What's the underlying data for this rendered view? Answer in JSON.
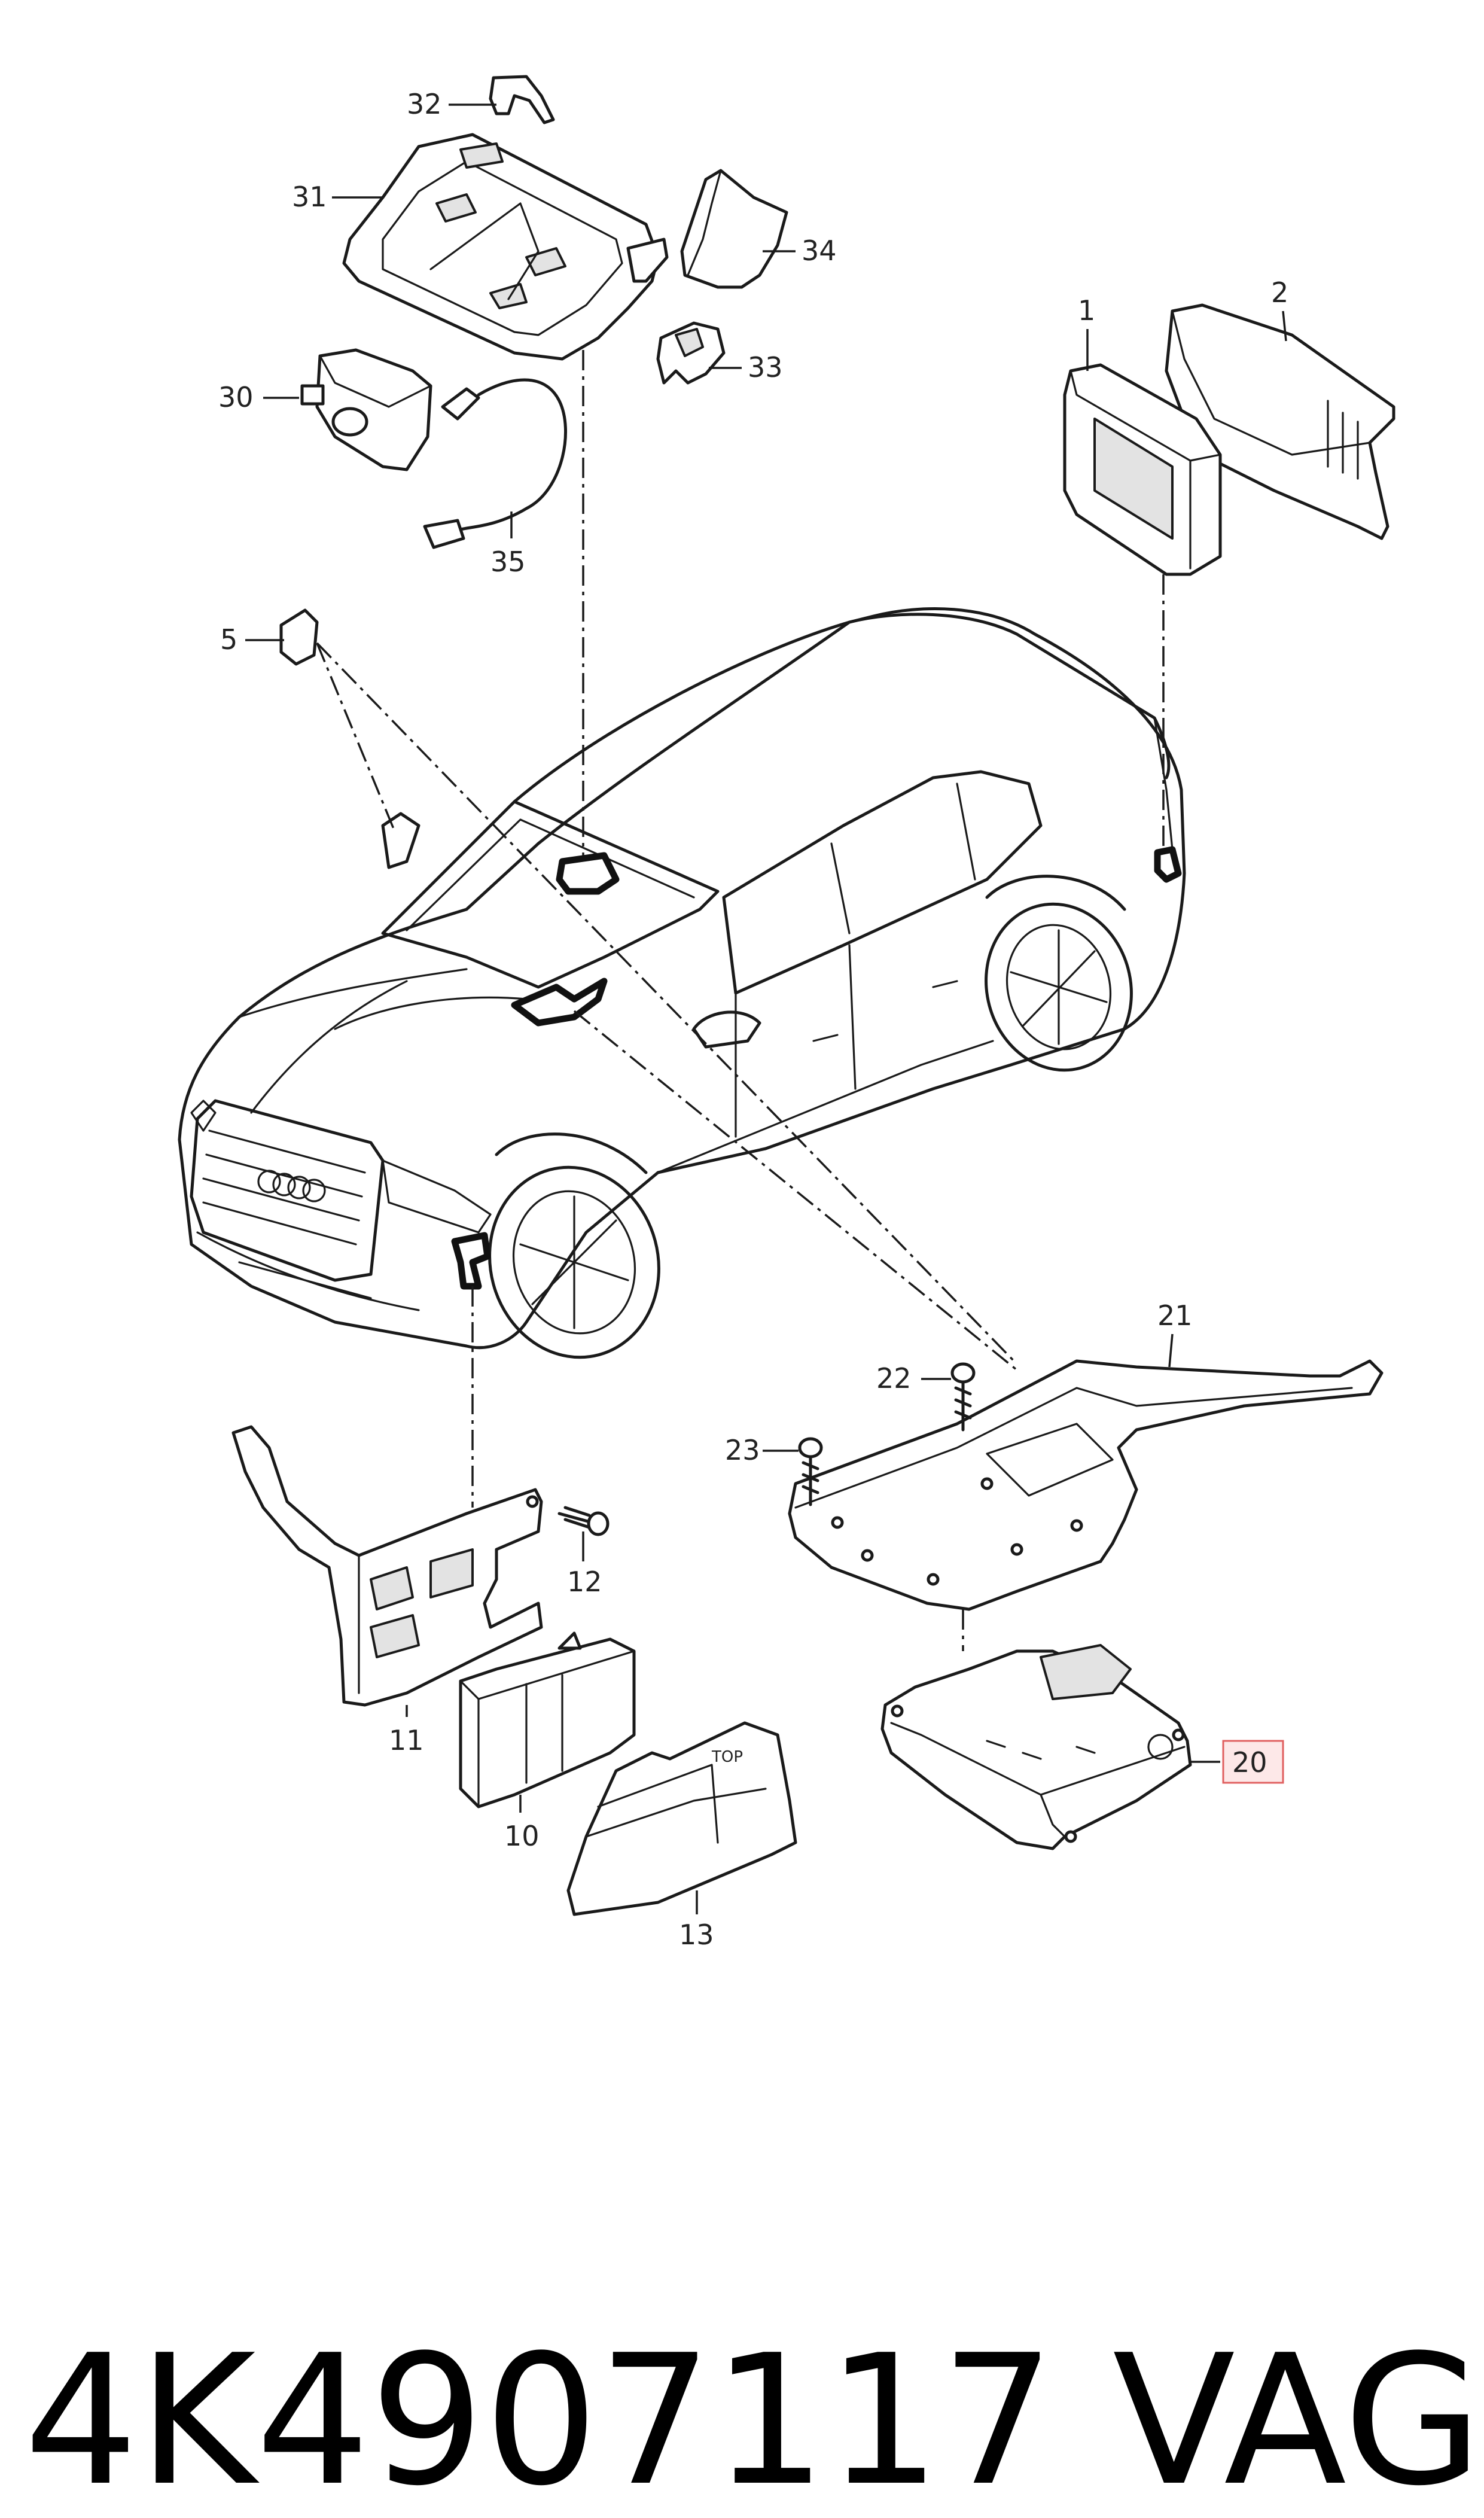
{
  "diagram": {
    "callouts": [
      {
        "id": "c32",
        "text": "32"
      },
      {
        "id": "c31",
        "text": "31"
      },
      {
        "id": "c34",
        "text": "34"
      },
      {
        "id": "c33",
        "text": "33"
      },
      {
        "id": "c30",
        "text": "30"
      },
      {
        "id": "c35",
        "text": "35"
      },
      {
        "id": "c1",
        "text": "1"
      },
      {
        "id": "c2",
        "text": "2"
      },
      {
        "id": "c5",
        "text": "5"
      },
      {
        "id": "c21",
        "text": "21"
      },
      {
        "id": "c22",
        "text": "22"
      },
      {
        "id": "c23",
        "text": "23"
      },
      {
        "id": "c12",
        "text": "12"
      },
      {
        "id": "c11",
        "text": "11"
      },
      {
        "id": "c10",
        "text": "10"
      },
      {
        "id": "c13",
        "text": "13"
      },
      {
        "id": "c20",
        "text": "20"
      }
    ],
    "highlighted_callout": "20",
    "highlight_color": "#e06060",
    "highlight_fill": "#fde8e8",
    "box_marking": "TOP"
  },
  "footer": {
    "part_number": "4K4907117",
    "brand": "VAG"
  }
}
